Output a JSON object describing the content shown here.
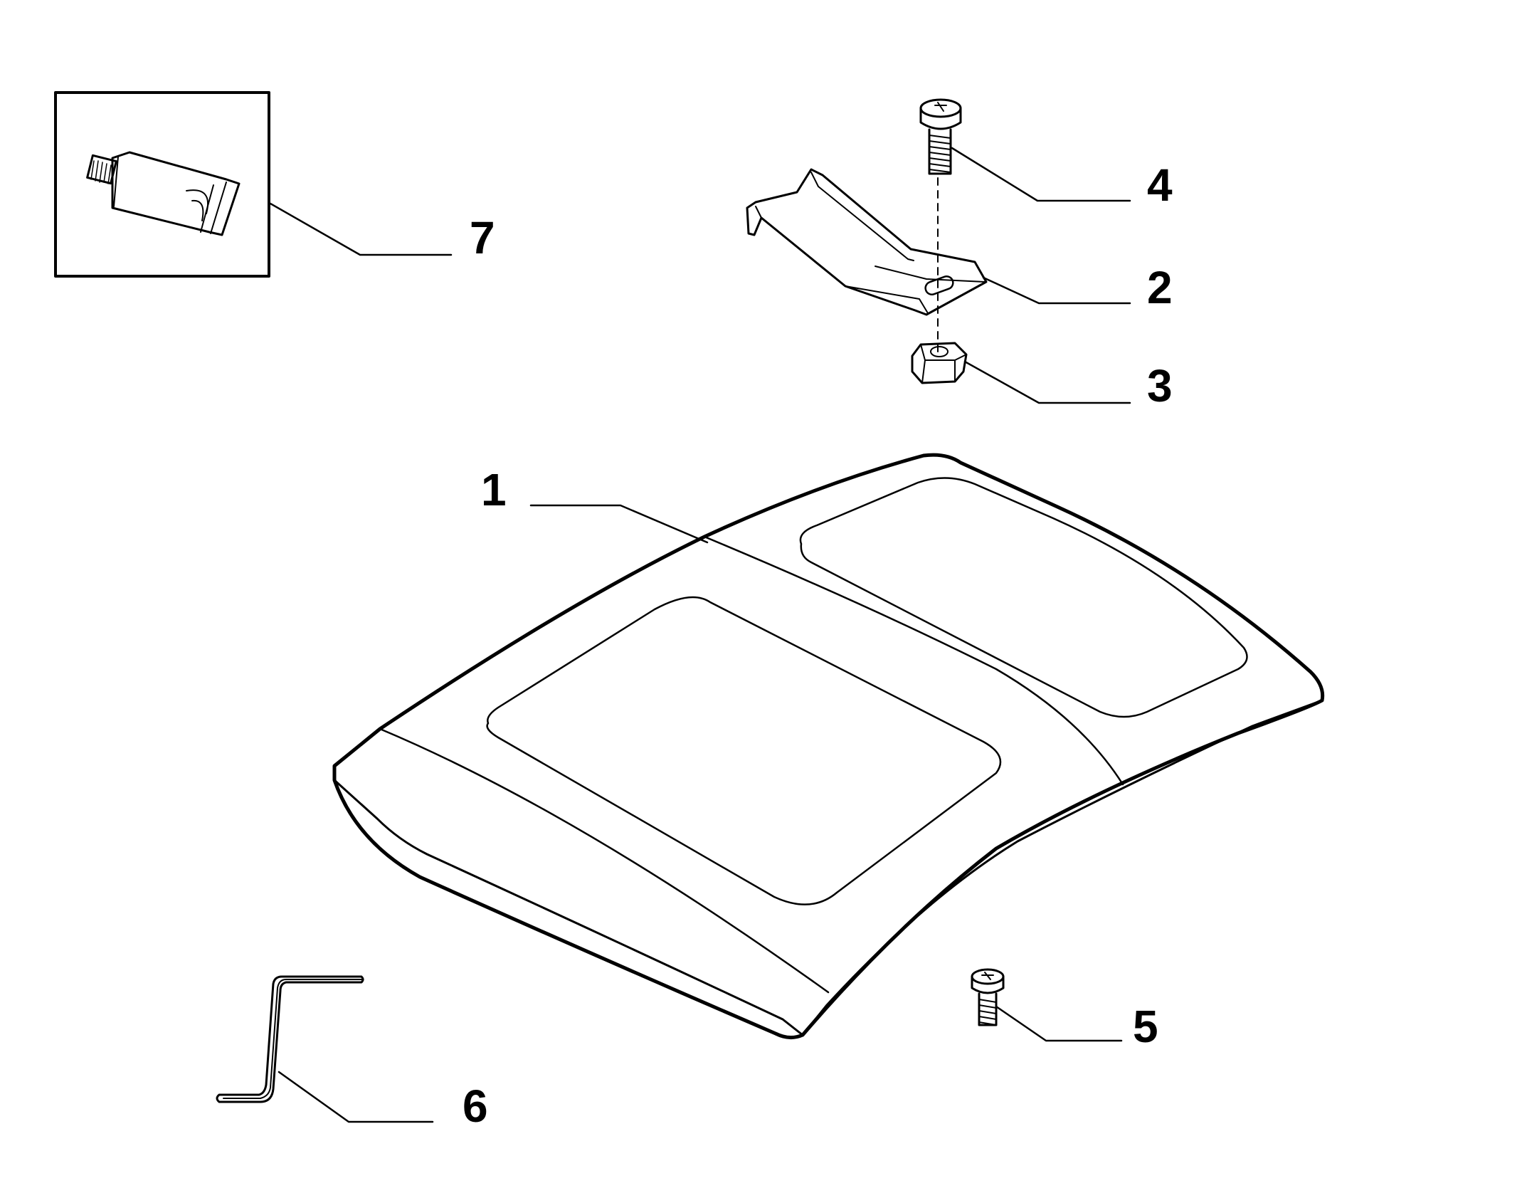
{
  "diagram": {
    "callouts": [
      {
        "id": "1",
        "label": "1"
      },
      {
        "id": "2",
        "label": "2"
      },
      {
        "id": "3",
        "label": "3"
      },
      {
        "id": "4",
        "label": "4"
      },
      {
        "id": "5",
        "label": "5"
      },
      {
        "id": "6",
        "label": "6"
      },
      {
        "id": "7",
        "label": "7"
      }
    ],
    "parts": [
      {
        "id": "1",
        "icon": "roof-panel-icon"
      },
      {
        "id": "2",
        "icon": "bracket-icon"
      },
      {
        "id": "3",
        "icon": "hex-nut-icon"
      },
      {
        "id": "4",
        "icon": "bolt-icon"
      },
      {
        "id": "5",
        "icon": "screw-icon"
      },
      {
        "id": "6",
        "icon": "hex-key-icon"
      },
      {
        "id": "7",
        "icon": "adhesive-tube-icon"
      }
    ],
    "colors": {
      "line": "#000000",
      "background": "#ffffff"
    }
  }
}
